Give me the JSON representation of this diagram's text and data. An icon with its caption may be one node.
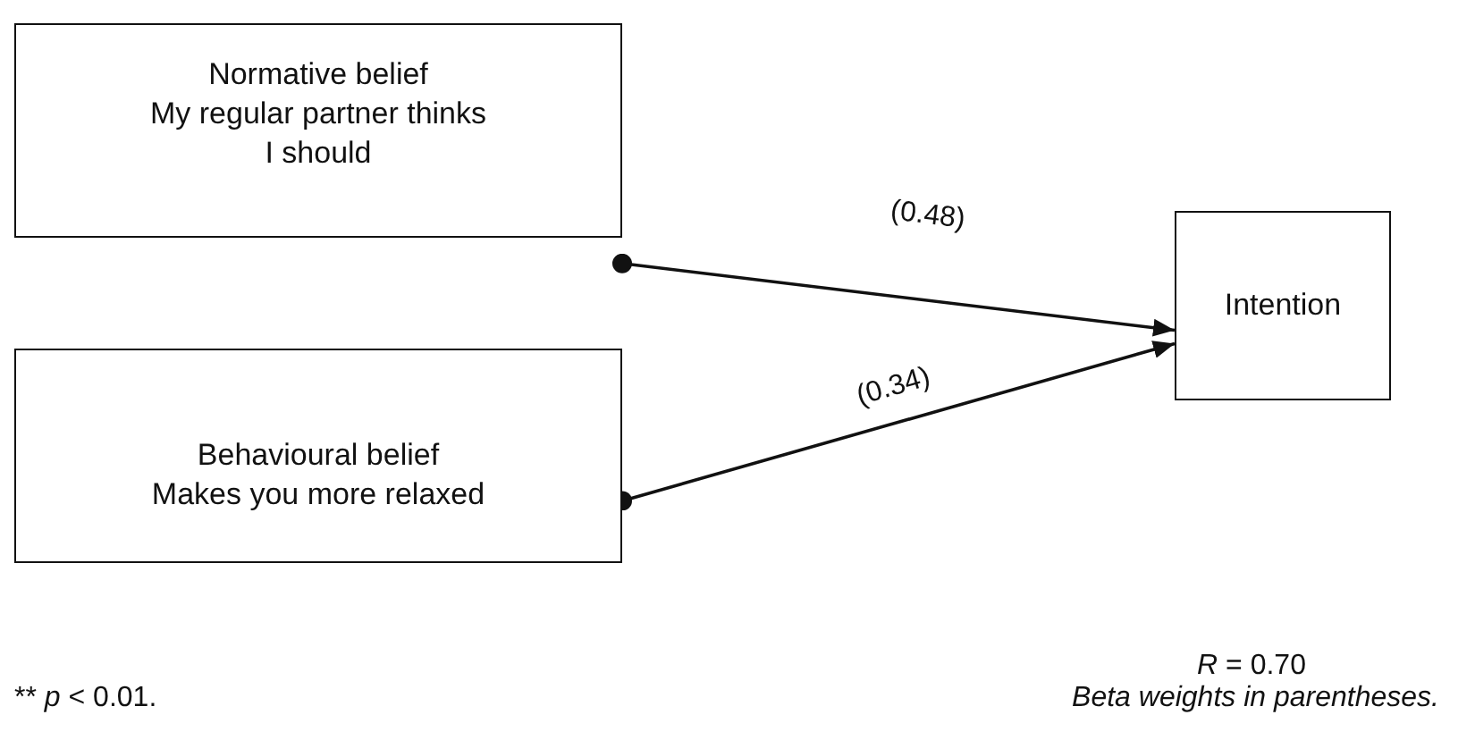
{
  "diagram": {
    "nodes": [
      {
        "text": [
          "Normative belief",
          "My regular partner thinks I should"
        ]
      },
      {
        "text": [
          "Intention"
        ]
      },
      {
        "text": [
          "Behavioural belief",
          "Makes you more relaxed"
        ]
      }
    ],
    "edges": [
      {
        "from": 0,
        "to": 1,
        "arrow": "to",
        "label": "(0.48)"
      },
      {
        "from": 2,
        "to": 1,
        "arrow": "to",
        "label": "(0.34)"
      }
    ],
    "labels": [
      "*R* = 0.70",
      "** *p* < 0.01.",
      "Beta weights in parentheses."
    ]
  }
}
